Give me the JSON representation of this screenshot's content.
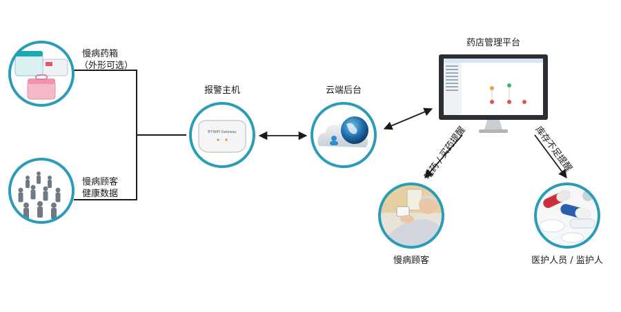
{
  "nodes": {
    "medicine_box": {
      "line1": "慢病药箱",
      "line2": "（外形可选）"
    },
    "customer_data": {
      "line1": "慢病顾客",
      "line2": "健康数据"
    },
    "alarm_host": {
      "title": "报警主机",
      "device_text": "BT-WiFi Gateway"
    },
    "cloud": {
      "title": "云端后台"
    },
    "pharmacy": {
      "title": "药店管理平台"
    },
    "patient": {
      "title": "慢病顾客"
    },
    "staff": {
      "title": "医护人员 / 监护人"
    }
  },
  "arrows": {
    "left": "吃药 / 买药提醒",
    "right": "库存不足提醒"
  },
  "colors": {
    "ring": "#2a9cb6",
    "line": "#1a1a1a",
    "text": "#1a1a1a"
  }
}
